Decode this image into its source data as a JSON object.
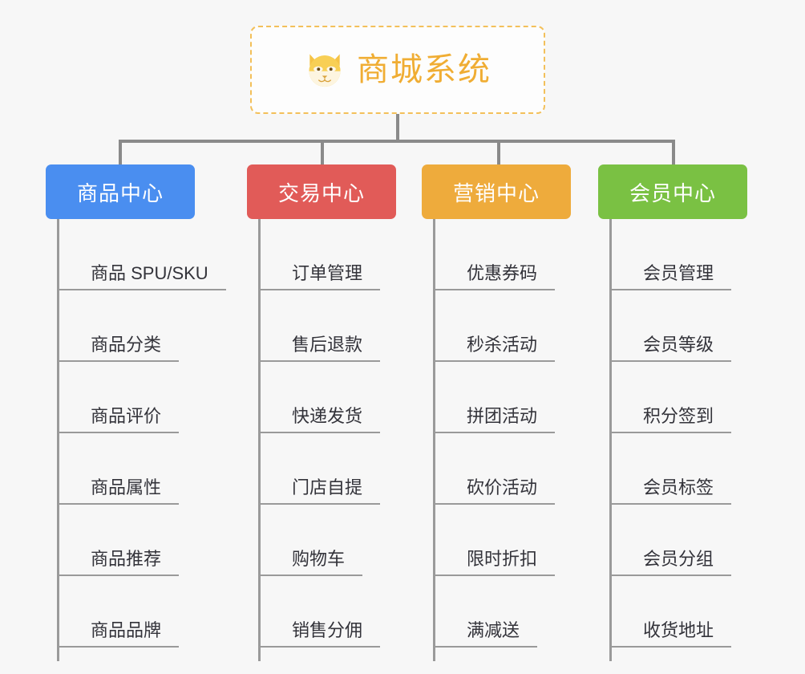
{
  "page": {
    "background": "#f7f7f7",
    "line_color": "#8a8a8a"
  },
  "root": {
    "title": "商城系统",
    "icon": "dog-face-icon",
    "text_color": "#f0ad33",
    "border_color": "#f3c05a"
  },
  "columns": [
    {
      "title": "商品中心",
      "color": "#4a8ef0",
      "items": [
        "商品 SPU/SKU",
        "商品分类",
        "商品评价",
        "商品属性",
        "商品推荐",
        "商品品牌"
      ]
    },
    {
      "title": "交易中心",
      "color": "#e15b58",
      "items": [
        "订单管理",
        "售后退款",
        "快递发货",
        "门店自提",
        "购物车",
        "销售分佣"
      ]
    },
    {
      "title": "营销中心",
      "color": "#eeab3c",
      "items": [
        "优惠券码",
        "秒杀活动",
        "拼团活动",
        "砍价活动",
        "限时折扣",
        "满减送"
      ]
    },
    {
      "title": "会员中心",
      "color": "#7ac143",
      "items": [
        "会员管理",
        "会员等级",
        "积分签到",
        "会员标签",
        "会员分组",
        "收货地址"
      ]
    }
  ]
}
